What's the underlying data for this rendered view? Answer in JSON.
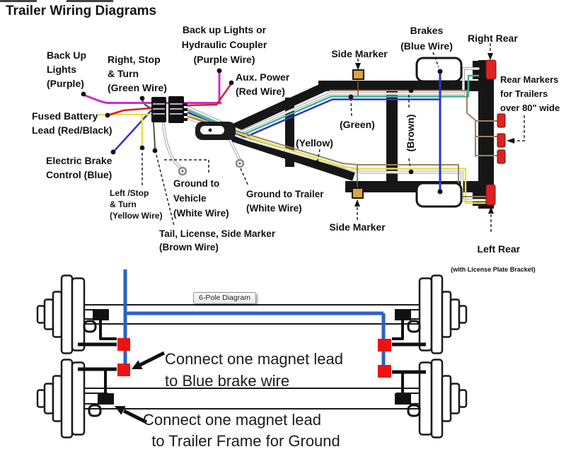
{
  "title": "Trailer Wiring Diagrams",
  "top_diagram": {
    "labels": {
      "backup_lights": "Back Up\nLights\n(Purple)",
      "right_stop_turn": "Right, Stop\n& Turn\n(Green Wire)",
      "backup_hydraulic": "Back up Lights or\nHydraulic Coupler\n(Purple Wire)",
      "aux_power": "Aux. Power\n(Red Wire)",
      "fused_battery": "Fused Battery\nLead (Red/Black)",
      "electric_brake": "Electric Brake\nControl (Blue)",
      "left_stop_turn": "Left /Stop\n& Turn\n(Yellow Wire)",
      "ground_vehicle": "Ground to\nVehicle\n(White Wire)",
      "ground_trailer": "Ground to Trailer\n(White Wire)",
      "tail_license": "Tail, License, Side Marker\n(Brown Wire)",
      "side_marker_top": "Side Marker",
      "side_marker_bottom": "Side Marker",
      "brakes": "Brakes\n(Blue Wire)",
      "right_rear": "Right Rear",
      "rear_markers": "Rear Markers\nfor Trailers\nover 80\" wide",
      "left_rear": "Left Rear",
      "left_rear_note": "(with License Plate Bracket)",
      "green_wire_inline": "(Green)",
      "yellow_wire_inline": "(Yellow)",
      "brown_wire_inline": "(Brown)"
    }
  },
  "bottom_diagram": {
    "tooltip": "6-Pole Diagram",
    "note_brake": "Connect one magnet lead\nto Blue brake wire",
    "note_ground": "Connect one magnet lead\n  to Trailer Frame for Ground"
  },
  "wire_colors": {
    "purple": "#cf2bcf",
    "red": "#da1f26",
    "blue": "#2a35c8",
    "green": "#3cb693",
    "yellow": "#e7df45",
    "brown": "#9b8265",
    "darkbrown": "#5d4f42",
    "black": "#161616",
    "brakeblue": "#2a62c5",
    "orange": "#d9a43e",
    "lightred": "#dd2222"
  }
}
